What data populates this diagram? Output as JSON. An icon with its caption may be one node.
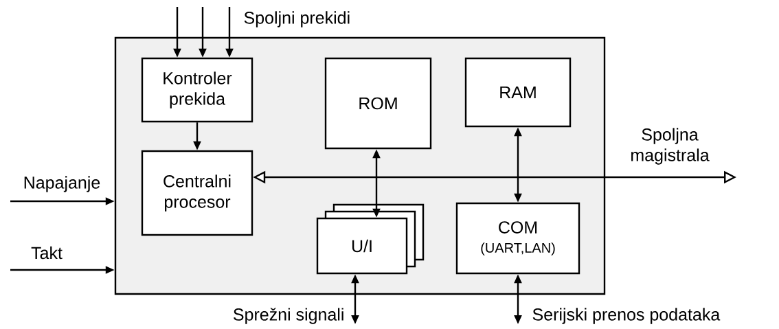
{
  "diagram": {
    "nodes": [
      {
        "text": [],
        "shape": "box"
      },
      {
        "text": [
          "Kontroler prekida"
        ],
        "in": 0
      },
      {
        "text": [
          "Centralni procesor"
        ],
        "in": 0
      },
      {
        "text": [
          "ROM"
        ],
        "in": 0
      },
      {
        "text": [
          "RAM"
        ],
        "in": 0
      },
      {
        "text": [
          "U/I"
        ],
        "in": 0
      },
      {
        "text": [
          "COM",
          "(UART,LAN)"
        ],
        "in": 0
      }
    ],
    "edges": [
      {
        "from": null,
        "to": 1,
        "arrow": "to"
      },
      {
        "from": null,
        "to": 1,
        "arrow": "to"
      },
      {
        "from": null,
        "to": 1,
        "arrow": "to"
      },
      {
        "from": 1,
        "to": 2,
        "arrow": "to"
      },
      {
        "from": null,
        "to": 0,
        "arrow": "to",
        "label": "Napajanje"
      },
      {
        "from": null,
        "to": 0,
        "arrow": "to",
        "label": "Takt"
      },
      {
        "from": 2,
        "to": null,
        "arrow": "both",
        "label": "Spoljna magistrala"
      },
      {
        "from": 3,
        "to": 5,
        "arrow": "both"
      },
      {
        "from": 4,
        "to": 6,
        "arrow": "both"
      },
      {
        "from": 5,
        "to": null,
        "arrow": "both",
        "label": "Sprežni signali"
      },
      {
        "from": 6,
        "to": null,
        "arrow": "both",
        "label": "Serijski prenos podataka"
      }
    ],
    "labels": [
      "Spoljni prekidi"
    ]
  }
}
